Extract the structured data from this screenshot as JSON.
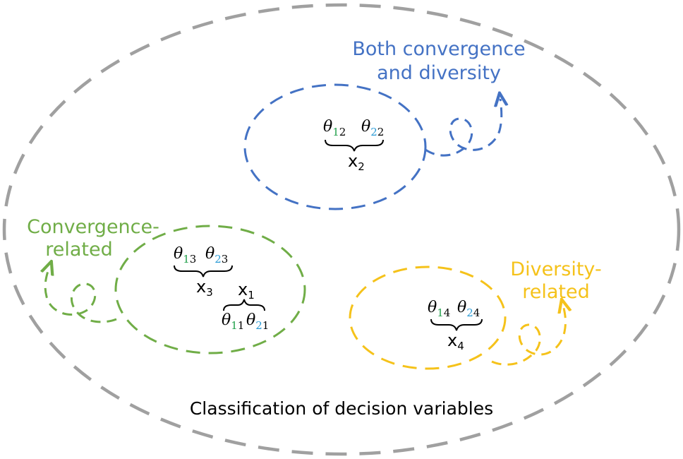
{
  "colors": {
    "outer": "#a0a0a0",
    "blue": "#4472c4",
    "green": "#70ad47",
    "yellow": "#f5c21a",
    "black": "#000000",
    "sub_green": "#22a04b",
    "sub_cyan": "#2a9bd6"
  },
  "labels": {
    "both": [
      "Both convergence",
      "and diversity"
    ],
    "convergence": [
      "Convergence-",
      "related"
    ],
    "diversity": [
      "Diversity-",
      "related"
    ],
    "caption": "Classification of decision variables"
  },
  "variables": {
    "x2": {
      "name": "x",
      "index": "2",
      "thetas": [
        [
          "θ",
          "1",
          "2"
        ],
        [
          "θ",
          "2",
          "2"
        ]
      ]
    },
    "x3": {
      "name": "x",
      "index": "3",
      "thetas": [
        [
          "θ",
          "1",
          "3"
        ],
        [
          "θ",
          "2",
          "3"
        ]
      ]
    },
    "x1": {
      "name": "x",
      "index": "1",
      "thetas": [
        [
          "θ",
          "1",
          "1"
        ],
        [
          "θ",
          "2",
          "1"
        ]
      ]
    },
    "x4": {
      "name": "x",
      "index": "4",
      "thetas": [
        [
          "θ",
          "1",
          "4"
        ],
        [
          "θ",
          "2",
          "4"
        ]
      ]
    }
  },
  "icons": [
    "outer-dashed-ellipse",
    "blue-dashed-ellipse",
    "green-dashed-ellipse",
    "yellow-dashed-ellipse",
    "loop-arrow-icon"
  ]
}
